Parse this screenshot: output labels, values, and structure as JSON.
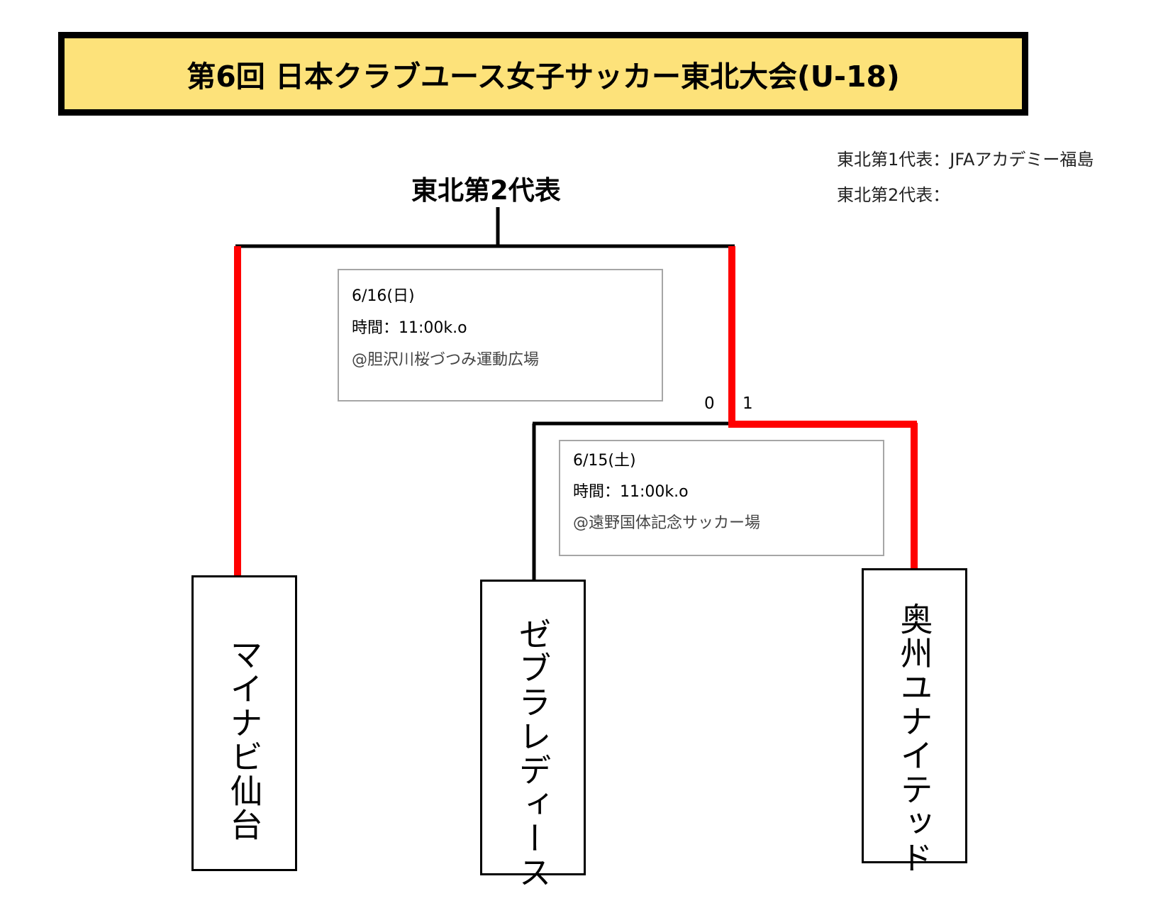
{
  "title": "第6回 日本クラブユース女子サッカー東北大会(U-18)",
  "representatives": {
    "first": "東北第1代表：JFAアカデミー福島",
    "second": "東北第2代表："
  },
  "winner_label": "東北第2代表",
  "final_match": {
    "date": "6/16(日)",
    "time": "時間：11:00k.o",
    "venue": "@胆沢川桜づつみ運動広場"
  },
  "semi_match": {
    "date": "6/15(土)",
    "time": "時間：11:00k.o",
    "venue": "@遠野国体記念サッカー場",
    "score_left": "0",
    "score_right": "1"
  },
  "teams": [
    {
      "name": "マイナビ仙台"
    },
    {
      "name": "ゼブラレディース"
    },
    {
      "name": "奥州ユナイテッド"
    }
  ],
  "colors": {
    "title_fill": "#fde27a",
    "winner_line": "#ff0000",
    "line": "#000000",
    "info_border": "#a6a6a6"
  }
}
